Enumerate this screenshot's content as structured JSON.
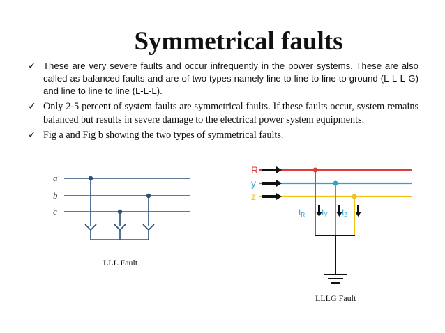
{
  "title": "Symmetrical faults",
  "bullets": [
    "These are very severe faults and occur infrequently in the power systems. These are also called as balanced faults and are of two types namely line to line to line to ground (L-L-L-G) and line to line to line (L-L-L).",
    "Only 2-5 percent of system faults are symmetrical faults. If these faults occur, system remains balanced but results in severe damage to the electrical power system equipments.",
    "Fig a and Fig b showing the two types of symmetrical faults."
  ],
  "bullet_icon": "check-mark-icon",
  "fig_a": {
    "labels": [
      "a",
      "b",
      "c"
    ],
    "caption": "LLL Fault",
    "line_color": "#2c4f7c"
  },
  "fig_b": {
    "labels": [
      "R",
      "y",
      "z"
    ],
    "current_labels": [
      "I",
      "I",
      "I"
    ],
    "current_subscripts": [
      "R",
      "Y",
      "Z"
    ],
    "caption": "LLLG Fault",
    "colors": {
      "R": "#e23b3b",
      "y": "#2aa6d6",
      "z": "#f2c21b",
      "arrows": "#111111"
    }
  }
}
